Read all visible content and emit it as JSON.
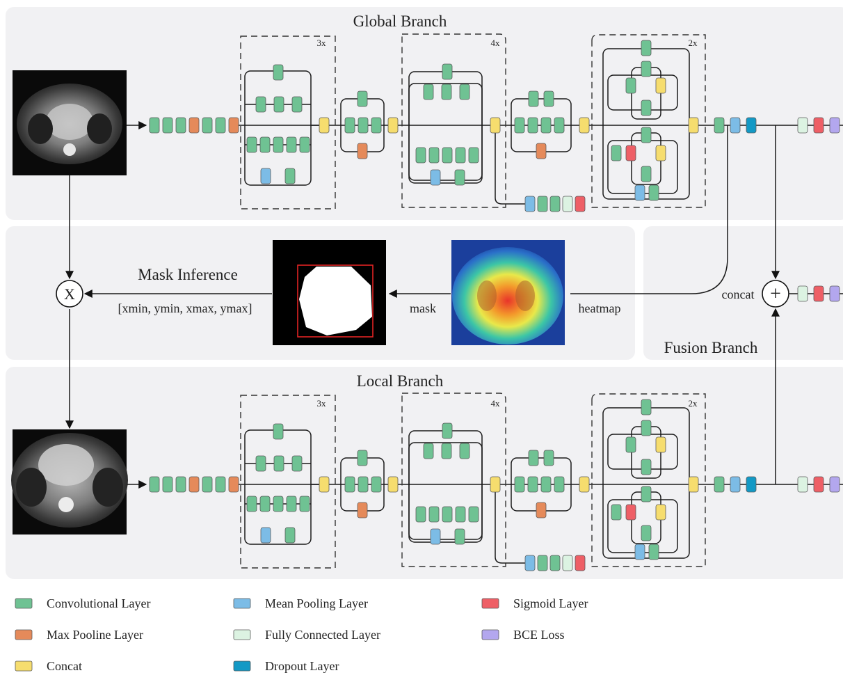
{
  "colors": {
    "conv": "#6fc293",
    "maxpool": "#e58a5a",
    "concat": "#f6dd6e",
    "meanpool": "#7cbce6",
    "fc": "#dcf3e2",
    "dropout": "#1399c5",
    "sigmoid": "#ee5f66",
    "bce": "#b3a7ee",
    "panel": "#f1f1f3"
  },
  "branches": {
    "global": "Global Branch",
    "local": "Local Branch",
    "fusion": "Fusion Branch"
  },
  "repeat_labels": [
    "3x",
    "4x",
    "2x"
  ],
  "mask_inference": {
    "title": "Mask Inference",
    "bbox": "[xmin, ymin, xmax, ymax]",
    "mask_label": "mask",
    "heatmap_label": "heatmap",
    "multiply_symbol": "X"
  },
  "fusion": {
    "concat_label": "concat",
    "plus_symbol": "+"
  },
  "legend": [
    {
      "key": "conv",
      "label": "Convolutional Layer"
    },
    {
      "key": "maxpool",
      "label": "Max Pooline Layer"
    },
    {
      "key": "concat",
      "label": "Concat"
    },
    {
      "key": "meanpool",
      "label": "Mean Pooling Layer"
    },
    {
      "key": "fc",
      "label": "Fully Connected Layer"
    },
    {
      "key": "dropout",
      "label": "Dropout Layer"
    },
    {
      "key": "sigmoid",
      "label": "Sigmoid Layer"
    },
    {
      "key": "bce",
      "label": "BCE Loss"
    }
  ]
}
